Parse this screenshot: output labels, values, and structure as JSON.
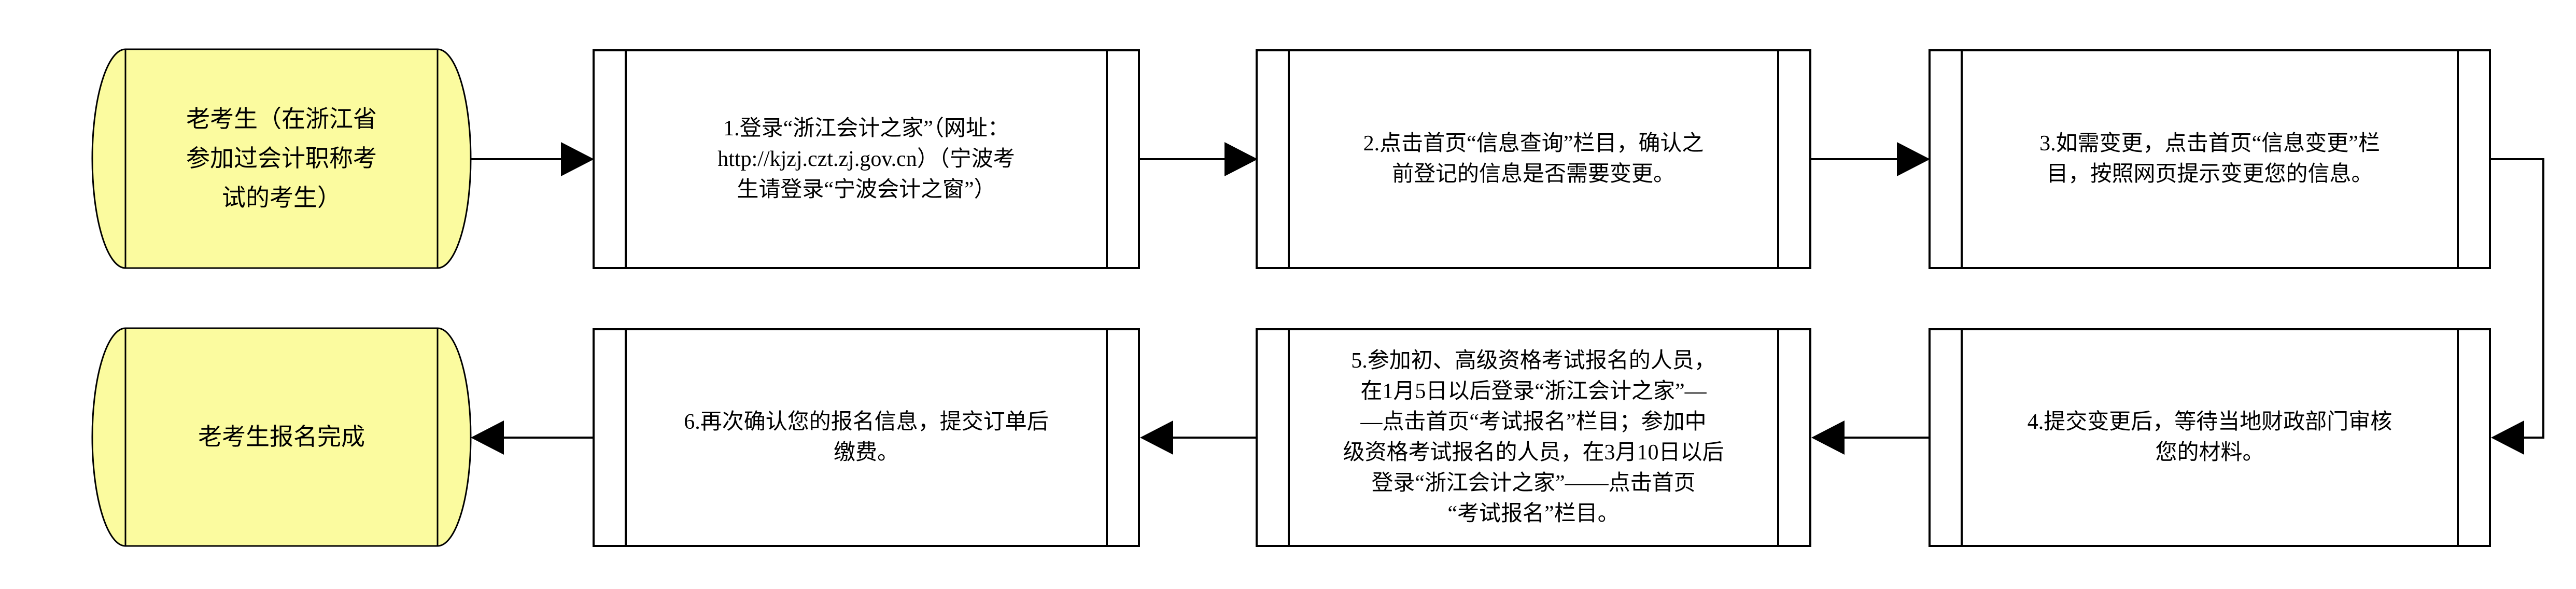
{
  "page": {
    "background": "#ffffff"
  },
  "palette": {
    "terminator_fill": "#fbfb9f",
    "process_fill": "#ffffff",
    "stroke": "#000000",
    "text_color": "#000000"
  },
  "nodes": {
    "start": {
      "id": "start",
      "type": "terminator",
      "label": "老考生（在浙江省\n参加过会计职称考\n试的考生）"
    },
    "step1": {
      "id": "step1",
      "type": "predefined-process",
      "label": "1.登录“浙江会计之家”（网址：\nhttp://kjzj.czt.zj.gov.cn）（宁波考\n生请登录“宁波会计之窗”）"
    },
    "step2": {
      "id": "step2",
      "type": "predefined-process",
      "label": "2.点击首页“信息查询”栏目，确认之\n前登记的信息是否需要变更。"
    },
    "step3": {
      "id": "step3",
      "type": "predefined-process",
      "label": "3.如需变更，点击首页“信息变更”栏\n目，按照网页提示变更您的信息。"
    },
    "step4": {
      "id": "step4",
      "type": "predefined-process",
      "label": "4.提交变更后，等待当地财政部门审核\n您的材料。"
    },
    "step5": {
      "id": "step5",
      "type": "predefined-process",
      "label": "5.参加初、高级资格考试报名的人员，\n在1月5日以后登录“浙江会计之家”—\n—点击首页“考试报名”栏目；参加中\n级资格考试报名的人员，在3月10日以后\n登录“浙江会计之家”——点击首页\n“考试报名”栏目。"
    },
    "step6": {
      "id": "step6",
      "type": "predefined-process",
      "label": "6.再次确认您的报名信息，提交订单后\n缴费。"
    },
    "end": {
      "id": "end",
      "type": "terminator",
      "label": "老考生报名完成"
    }
  },
  "edges": [
    {
      "from": "start",
      "to": "step1",
      "direction": "right"
    },
    {
      "from": "step1",
      "to": "step2",
      "direction": "right"
    },
    {
      "from": "step2",
      "to": "step3",
      "direction": "right"
    },
    {
      "from": "step3",
      "to": "step4",
      "direction": "right-down-left"
    },
    {
      "from": "step4",
      "to": "step5",
      "direction": "left"
    },
    {
      "from": "step5",
      "to": "step6",
      "direction": "left"
    },
    {
      "from": "step6",
      "to": "end",
      "direction": "left"
    }
  ]
}
